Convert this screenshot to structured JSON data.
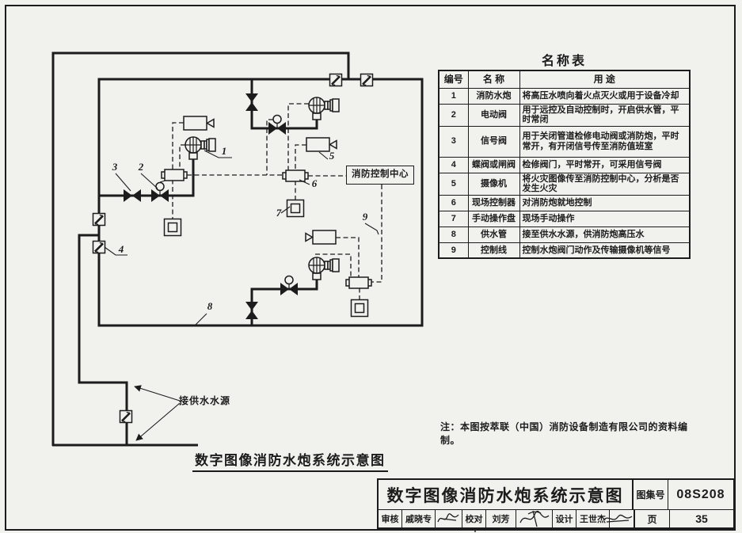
{
  "diagram": {
    "caption": "数字图像消防水炮系统示意图",
    "control_center": "消防控制中心",
    "water_source": "接供水水源",
    "labels": [
      "1",
      "2",
      "3",
      "4",
      "5",
      "6",
      "7",
      "8",
      "9"
    ]
  },
  "name_table": {
    "title": "名称表",
    "headers": [
      "编号",
      "名  称",
      "用    途"
    ],
    "rows": [
      {
        "no": "1",
        "name": "消防水炮",
        "use": "将高压水喷向着火点灭火或用于设备冷却"
      },
      {
        "no": "2",
        "name": "电动阀",
        "use": "用于远控及自动控制时，开启供水管，平时常闭"
      },
      {
        "no": "3",
        "name": "信号阀",
        "use": "用于关闭管道检修电动阀或消防炮，平时常开，有开闭信号传至消防值班室"
      },
      {
        "no": "4",
        "name": "蝶阀或闸阀",
        "use": "检修阀门，平时常开，可采用信号阀"
      },
      {
        "no": "5",
        "name": "摄像机",
        "use": "将火灾图像传至消防控制中心，分析是否发生火灾"
      },
      {
        "no": "6",
        "name": "现场控制器",
        "use": "对消防炮就地控制"
      },
      {
        "no": "7",
        "name": "手动操作盘",
        "use": "现场手动操作"
      },
      {
        "no": "8",
        "name": "供水管",
        "use": "接至供水水源，供消防炮高压水"
      },
      {
        "no": "9",
        "name": "控制线",
        "use": "控制水炮阀门动作及传输摄像机等信号"
      }
    ]
  },
  "note": "注：本图按萃联（中国）消防设备制造有限公司的资料编制。",
  "title_block": {
    "title": "数字图像消防水炮系统示意图",
    "atlas_label": "图集号",
    "atlas_no": "08S208",
    "page_label": "页",
    "page_no": "35",
    "review_label": "审核",
    "reviewer": "戚晓专",
    "proof_label": "校对",
    "proofer": "刘芳",
    "design_label": "设计",
    "designer": "王世杰"
  },
  "colors": {
    "paper": "#f1f1ee",
    "ink": "#1c1c1c"
  }
}
